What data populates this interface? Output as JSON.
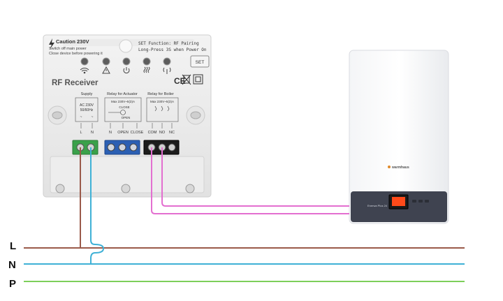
{
  "receiver": {
    "caution_title": "Caution 230V",
    "caution_line1": "Switch off main power",
    "caution_line2": "Close device before powering it",
    "set_function": "SET Function: RF Pairing",
    "long_press": "Long-Press 3S when Power On",
    "set_button": "SET",
    "brand": "RF Receiver",
    "supply_title": "Supply",
    "supply_rating1": "AC 230V",
    "supply_rating2": "50/60Hz",
    "actuator_title": "Relay for Actuator",
    "actuator_rating": "Max 230V~5(3)A",
    "actuator_close": "CLOSE",
    "actuator_open": "OPEN",
    "boiler_title": "Relay for Boiler",
    "boiler_rating": "Max 230V~5(3)A",
    "term_L": "L",
    "term_N": "N",
    "term_act_N": "N",
    "term_act_open": "OPEN",
    "term_act_close": "CLOSE",
    "term_com": "COM",
    "term_no": "NO",
    "term_nc": "NC",
    "ce_mark": "CE"
  },
  "boiler": {
    "brand": "warmhaus",
    "model": "Enerwa Plus 24"
  },
  "lines": {
    "L": "L",
    "N": "N",
    "P": "P"
  },
  "colors": {
    "phase": "#9a5a4a",
    "neutral": "#3fb1d6",
    "earth": "#7dcf5a",
    "boiler_wire": "#e36fd0",
    "display": "#ff4a1a"
  }
}
